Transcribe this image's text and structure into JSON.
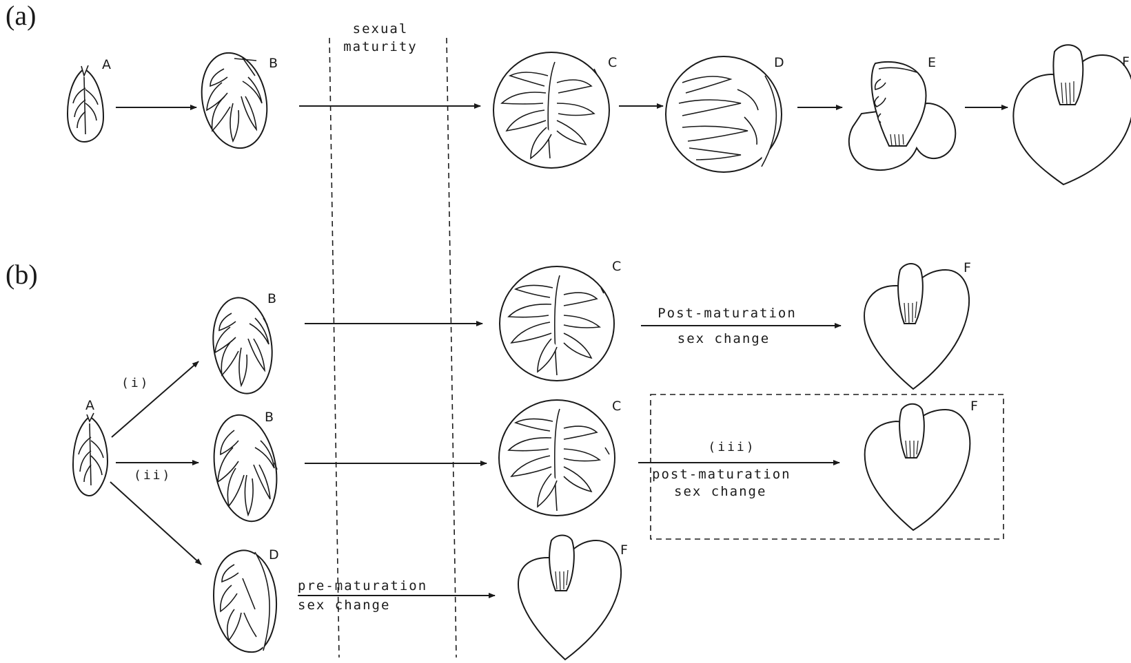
{
  "panels": {
    "a": "(a)",
    "b": "(b)"
  },
  "stages": {
    "A": "A",
    "B": "B",
    "C": "C",
    "D": "D",
    "E": "E",
    "F": "F"
  },
  "notes": {
    "maturity_line1": "sexual",
    "maturity_line2": "maturity",
    "post1_line1": "Post-maturation",
    "post1_line2": "sex change",
    "post2_line1": "post-maturation",
    "post2_line2": "sex change",
    "pre_line1": "pre-maturation",
    "pre_line2": "sex change"
  },
  "routes": {
    "i": "(i)",
    "ii": "(ii)",
    "iii": "(iii)"
  }
}
